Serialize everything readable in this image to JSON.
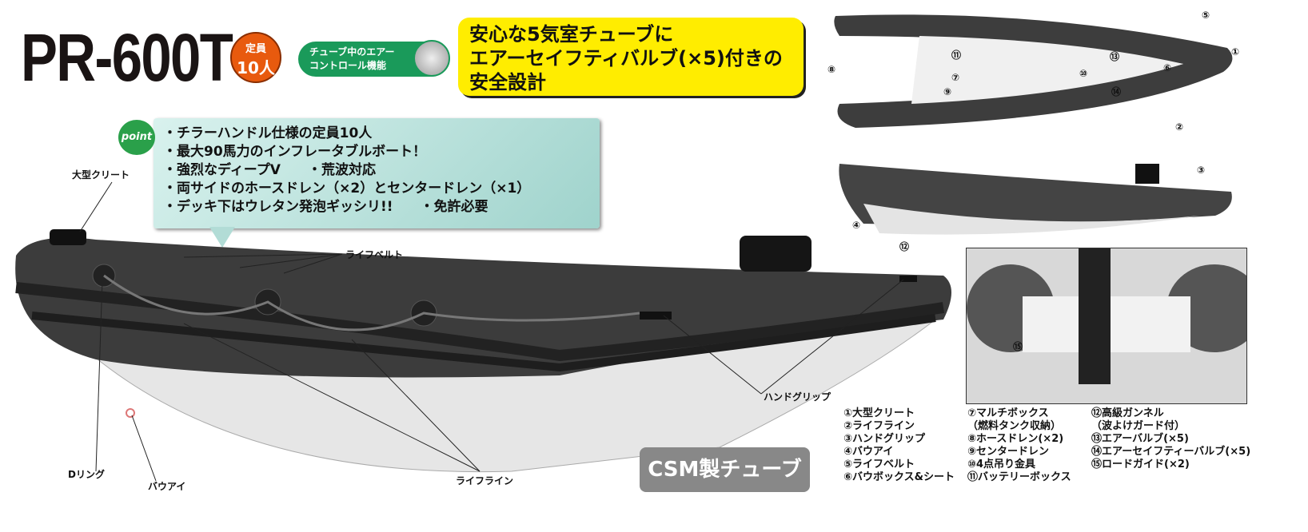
{
  "header": {
    "model": "PR-600T",
    "capacity_label": "定員",
    "capacity_value": "10人",
    "feature_line1": "チューブ中のエアー",
    "feature_line2": "コントロール機能",
    "safety_lines": [
      "安心な5気室チューブに",
      "エアーセイフティバルブ(×5)付きの",
      "安全設計"
    ]
  },
  "point": {
    "badge": "point",
    "items": [
      "・チラーハンドル仕様の定員10人",
      "・最大90馬力のインフレータブルボート！",
      "・強烈なディープV　　・荒波対応",
      "・両サイドのホースドレン（×2）とセンタードレン（×1）",
      "・デッキ下はウレタン発泡ギッシリ!!　　・免許必要"
    ]
  },
  "callouts": {
    "cleat": "大型クリート",
    "life_belt": "ライフベルト",
    "hand_grip": "ハンドグリップ",
    "d_ring": "Dリング",
    "bow_eye": "バウアイ",
    "life_line": "ライフライン"
  },
  "csm_label": "CSM製チューブ",
  "diagram_numbers": [
    "①",
    "②",
    "③",
    "④",
    "⑤",
    "⑥",
    "⑦",
    "⑧",
    "⑨",
    "⑩",
    "⑪",
    "⑫",
    "⑬",
    "⑭",
    "⑮"
  ],
  "legend": {
    "col1": [
      "①大型クリート",
      "②ライフライン",
      "③ハンドグリップ",
      "④バウアイ",
      "⑤ライフベルト",
      "⑥バウボックス&シート"
    ],
    "col2": [
      "⑦マルチボックス",
      "（燃料タンク収納）",
      "⑧ホースドレン(×2)",
      "⑨センタードレン",
      "⑩4点吊り金具",
      "⑪バッテリーボックス"
    ],
    "col3": [
      "⑫高級ガンネル",
      "（波よけガード付）",
      "⑬エアーバルブ(×5)",
      "⑭エアーセイフティーバルブ(×5)",
      "⑮ロードガイド(×2)"
    ]
  },
  "colors": {
    "badge": "#e85a0e",
    "green": "#1a9a5a",
    "yellow": "#ffed00",
    "tube": "#3a3a3a"
  }
}
